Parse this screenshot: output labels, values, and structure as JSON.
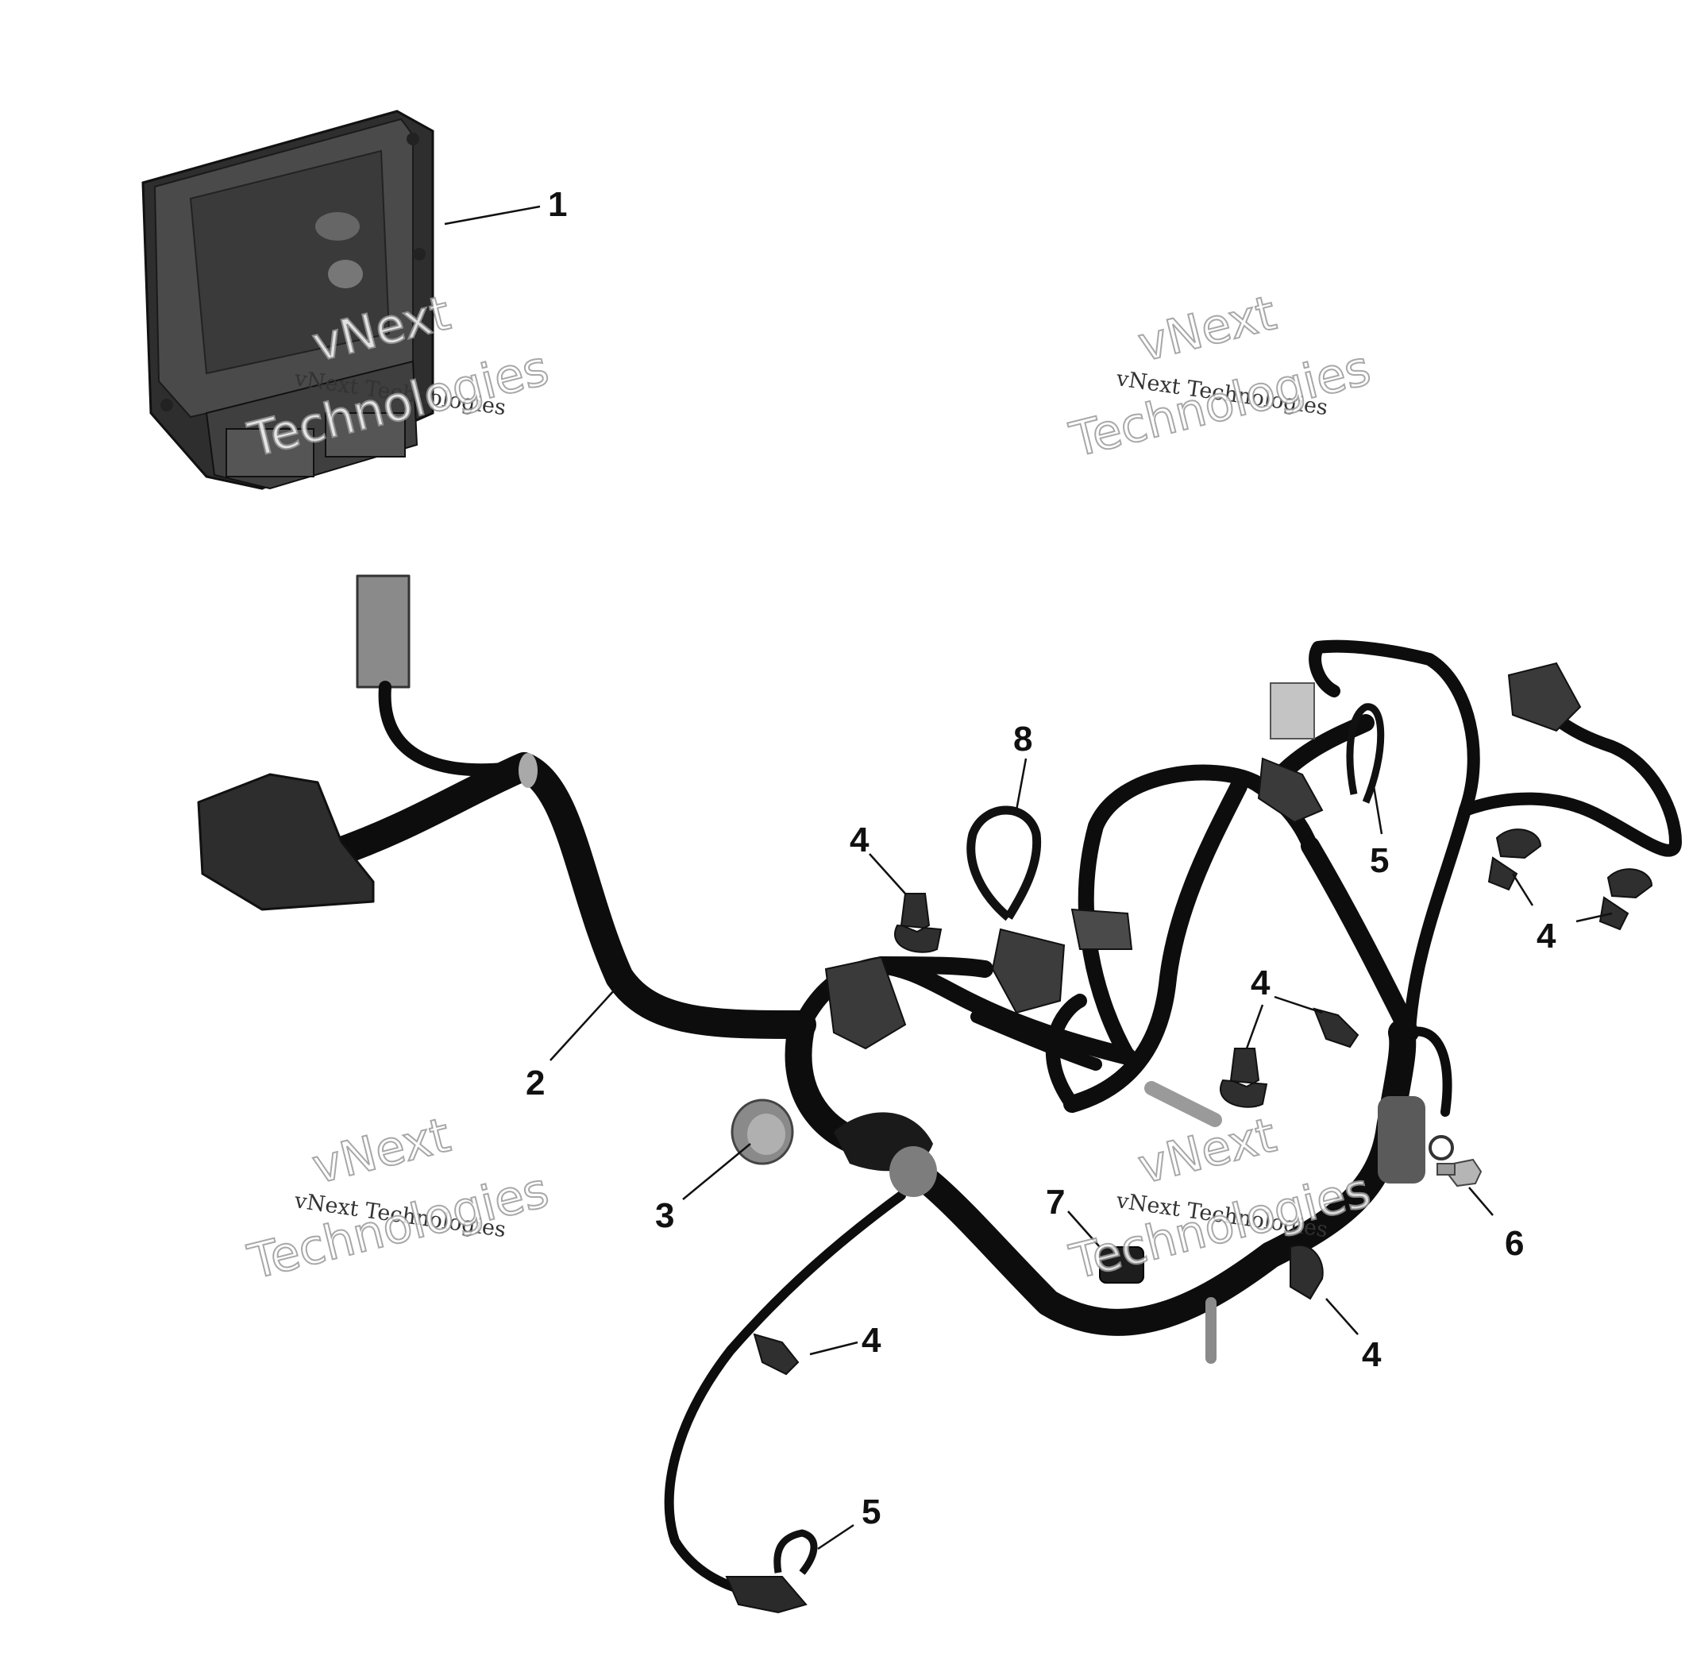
{
  "diagram": {
    "callouts": [
      {
        "id": "1",
        "label": "1"
      },
      {
        "id": "2",
        "label": "2"
      },
      {
        "id": "3",
        "label": "3"
      },
      {
        "id": "4a",
        "label": "4"
      },
      {
        "id": "4b",
        "label": "4"
      },
      {
        "id": "4c",
        "label": "4"
      },
      {
        "id": "4d",
        "label": "4"
      },
      {
        "id": "4e",
        "label": "4"
      },
      {
        "id": "5a",
        "label": "5"
      },
      {
        "id": "5b",
        "label": "5"
      },
      {
        "id": "6",
        "label": "6"
      },
      {
        "id": "7",
        "label": "7"
      },
      {
        "id": "8",
        "label": "8"
      }
    ],
    "watermark": {
      "line_small": "vNext Technologies",
      "big_top": "vNext",
      "big_bottom": "Technologies"
    }
  },
  "colors": {
    "harness": "#0d0d0d",
    "part_dark": "#3a3a3a",
    "part_mid": "#6b6b6b",
    "part_light": "#b9b9b9",
    "leader": "#111111"
  }
}
